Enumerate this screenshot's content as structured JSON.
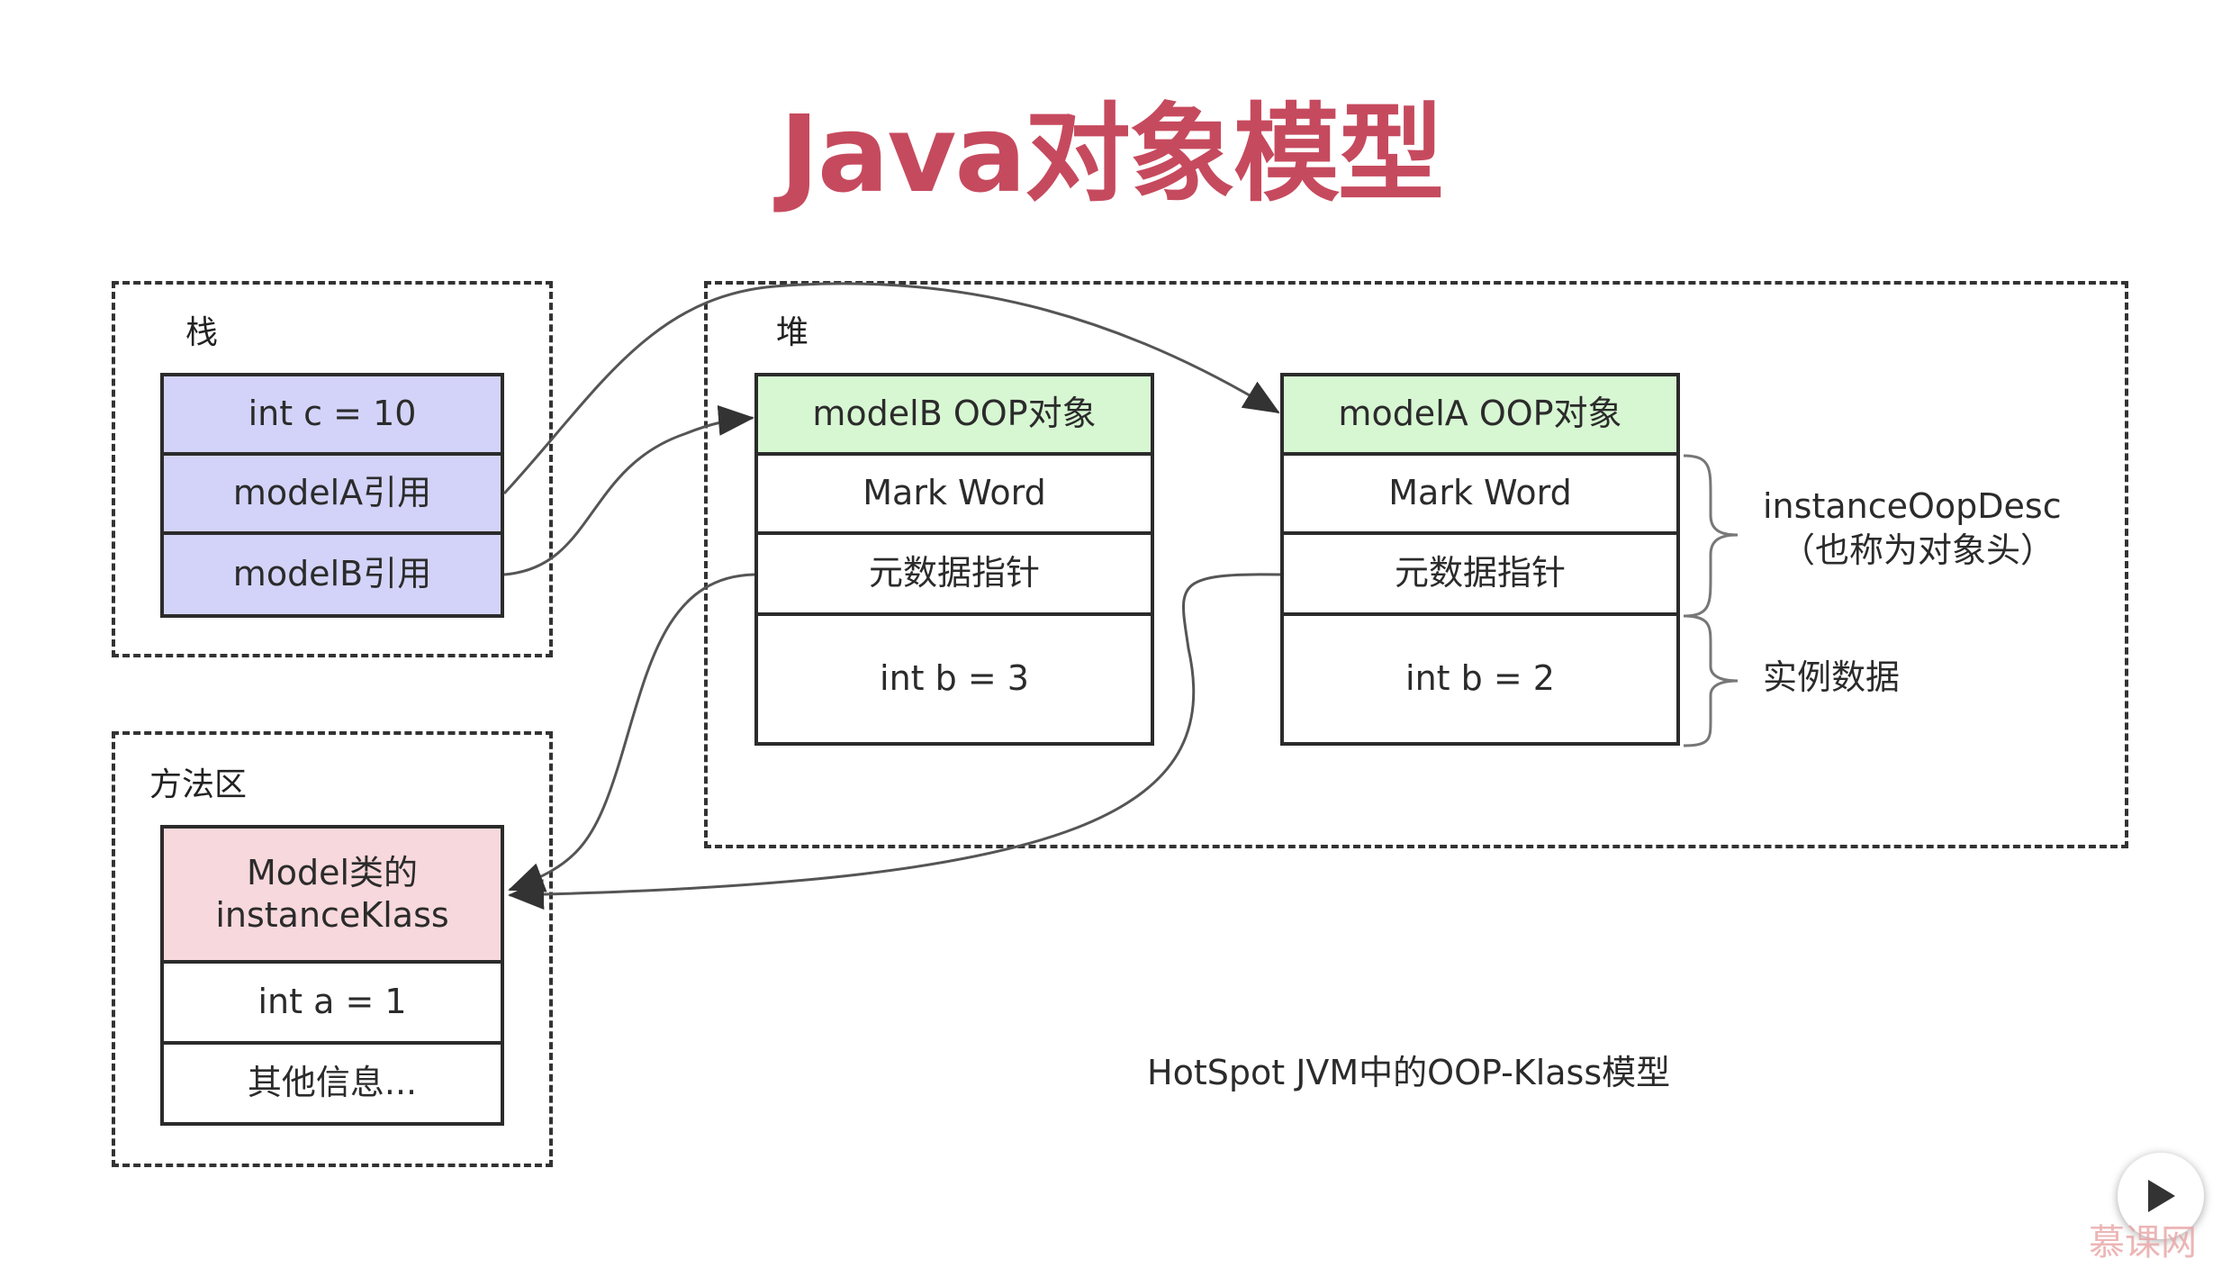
{
  "title": "Java对象模型",
  "stack": {
    "label": "栈",
    "cells": [
      "int c = 10",
      "modelA引用",
      "modelB引用"
    ]
  },
  "heap": {
    "label": "堆",
    "objectB": {
      "header": "modelB OOP对象",
      "mark_word": "Mark Word",
      "metadata_pointer": "元数据指针",
      "data": "int b = 3"
    },
    "objectA": {
      "header": "modelA OOP对象",
      "mark_word": "Mark Word",
      "metadata_pointer": "元数据指针",
      "data": "int b = 2"
    },
    "brace_header_label_1": "instanceOopDesc",
    "brace_header_label_2": "（也称为对象头）",
    "brace_data_label": "实例数据"
  },
  "method_area": {
    "label": "方法区",
    "klass_line_1": "Model类的",
    "klass_line_2": "instanceKlass",
    "field": "int a = 1",
    "other": "其他信息..."
  },
  "caption": "HotSpot JVM中的OOP-Klass模型",
  "player": {
    "play_icon": "play-icon"
  },
  "watermark": "慕课网",
  "colors": {
    "title": "#c64a5e",
    "stack_fill": "#d3d3f9",
    "header_fill": "#d7f6d2",
    "klass_fill": "#f7d8dc"
  }
}
